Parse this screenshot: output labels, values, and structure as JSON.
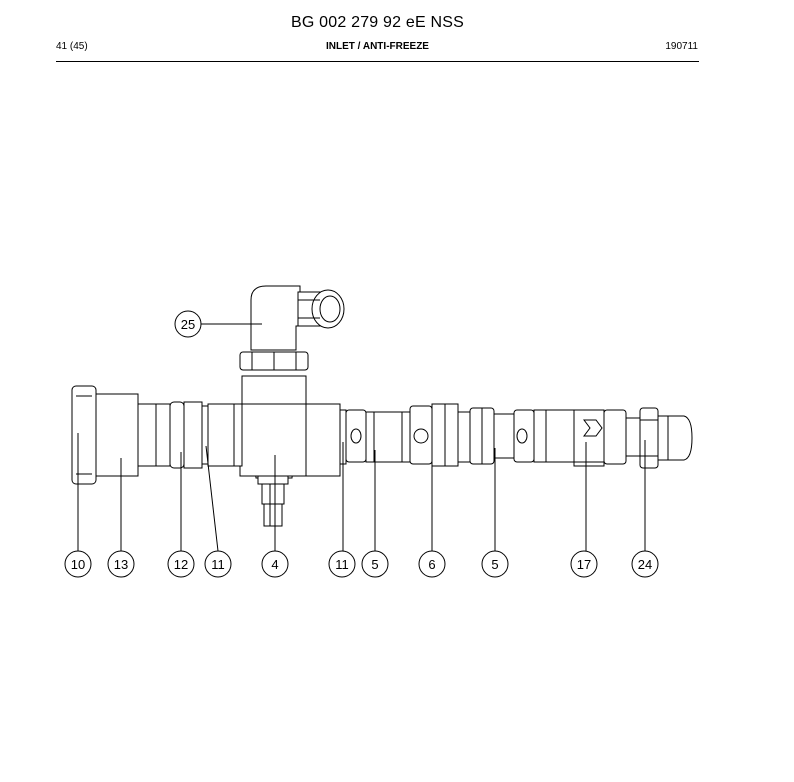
{
  "document": {
    "title": "BG 002 279 92 eE NSS",
    "page": "41 (45)",
    "section": "INLET / ANTI-FREEZE",
    "date_code": "190711"
  },
  "callouts": [
    {
      "id": "c25",
      "label": "25"
    },
    {
      "id": "c10",
      "label": "10"
    },
    {
      "id": "c13",
      "label": "13"
    },
    {
      "id": "c12",
      "label": "12"
    },
    {
      "id": "c11a",
      "label": "11"
    },
    {
      "id": "c4",
      "label": "4"
    },
    {
      "id": "c11b",
      "label": "11"
    },
    {
      "id": "c5a",
      "label": "5"
    },
    {
      "id": "c6",
      "label": "6"
    },
    {
      "id": "c5b",
      "label": "5"
    },
    {
      "id": "c17",
      "label": "17"
    },
    {
      "id": "c24",
      "label": "24"
    }
  ],
  "drawing": {
    "line_color": "#000000",
    "fill_color": "#ffffff"
  }
}
